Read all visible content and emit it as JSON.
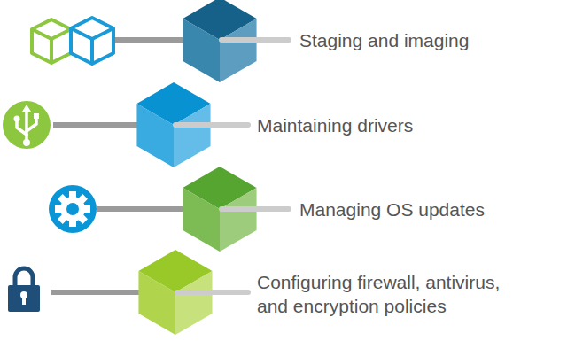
{
  "diagram": {
    "labels": [
      "Staging and imaging",
      "Maintaining drivers",
      "Managing OS updates",
      "Configuring firewall, antivirus, and encryption policies"
    ]
  }
}
